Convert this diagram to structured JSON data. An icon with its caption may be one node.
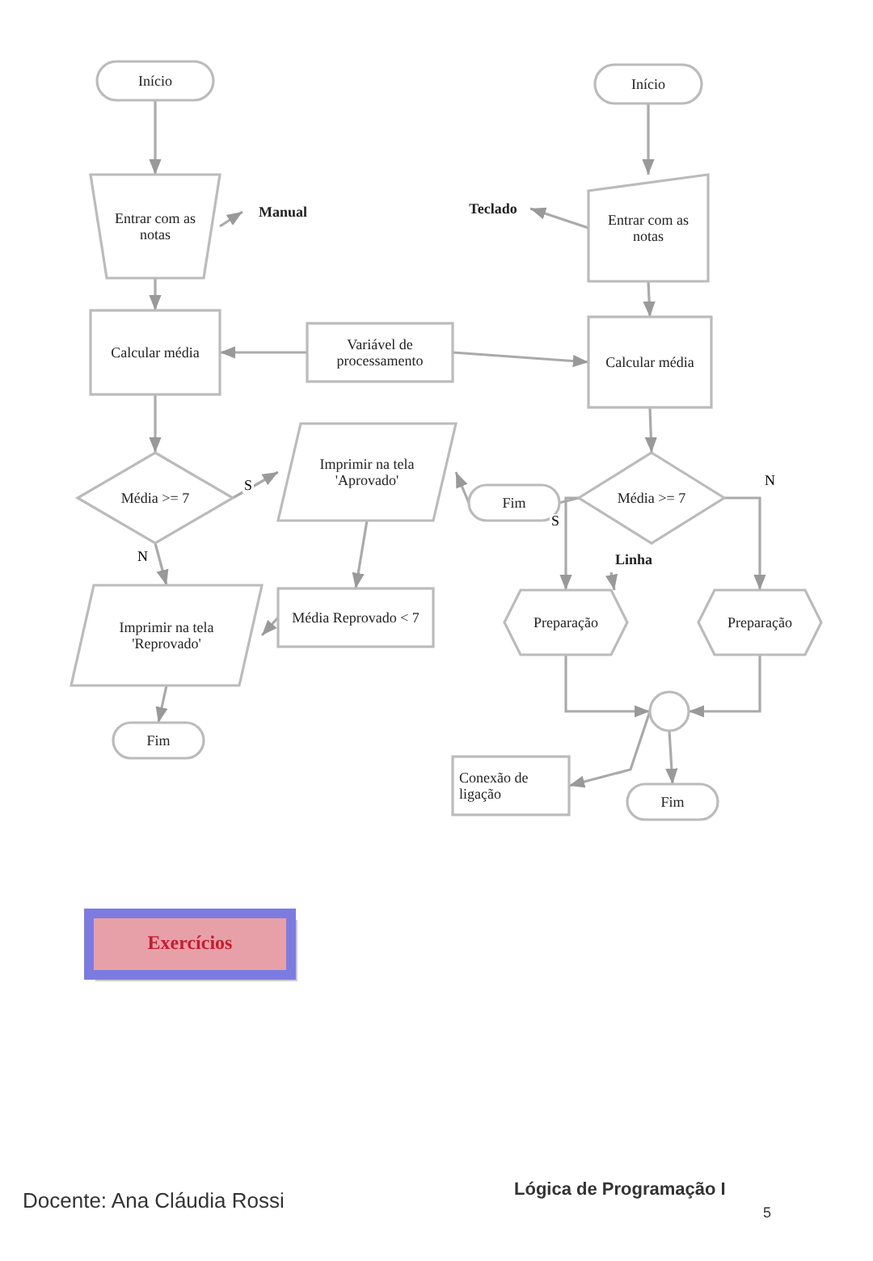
{
  "diagram": {
    "nodes": [
      {
        "text": [
          "Início"
        ]
      },
      {
        "text": [
          "Entrar com as notas"
        ]
      },
      {
        "text": [
          "Manual"
        ]
      },
      {
        "text": [
          "Calcular média"
        ]
      },
      {
        "text": [
          "Variável de processamento"
        ]
      },
      {
        "text": [
          "Média >= 7"
        ]
      },
      {
        "text": [
          "Imprimir na tela 'Aprovado'"
        ]
      },
      {
        "text": [
          "Imprimir na tela 'Reprovado'"
        ]
      },
      {
        "text": [
          "Média Reprovado < 7"
        ]
      },
      {
        "text": [
          "Fim"
        ]
      },
      {
        "text": [
          "Início"
        ]
      },
      {
        "text": [
          "Teclado"
        ]
      },
      {
        "text": [
          "Entrar com as notas"
        ]
      },
      {
        "text": [
          "Calcular média"
        ]
      },
      {
        "text": [
          "Média >= 7"
        ]
      },
      {
        "text": [
          "Fim"
        ]
      },
      {
        "text": [
          "Preparação"
        ]
      },
      {
        "text": [
          "Preparação"
        ]
      },
      {
        "text": [
          "Linha"
        ]
      },
      {
        "text": [],
        "shape": "circle"
      },
      {
        "text": [
          "Conexão de ligação"
        ]
      },
      {
        "text": [
          "Fim"
        ]
      },
      {
        "text": [
          "Exercícios"
        ]
      }
    ],
    "edges": [
      {
        "from": 0,
        "to": 1,
        "arrow": "to"
      },
      {
        "from": 1,
        "to": 2,
        "arrow": "to"
      },
      {
        "from": 1,
        "to": 3,
        "arrow": "to"
      },
      {
        "from": 4,
        "to": 3,
        "arrow": "to"
      },
      {
        "from": 3,
        "to": 5,
        "arrow": "to"
      },
      {
        "from": 5,
        "to": 6,
        "label": "S",
        "arrow": "to"
      },
      {
        "from": 5,
        "to": 7,
        "label": "N",
        "arrow": "to"
      },
      {
        "from": 6,
        "to": 8,
        "arrow": "to"
      },
      {
        "from": 8,
        "to": 7,
        "arrow": "to"
      },
      {
        "from": 7,
        "to": 9,
        "arrow": "to"
      },
      {
        "from": 10,
        "to": 12,
        "arrow": "to"
      },
      {
        "from": 12,
        "to": 11,
        "arrow": "to"
      },
      {
        "from": 12,
        "to": 13,
        "arrow": "to"
      },
      {
        "from": 4,
        "to": 13,
        "arrow": "to"
      },
      {
        "from": 13,
        "to": 14,
        "arrow": "to"
      },
      {
        "from": 15,
        "to": 6,
        "arrow": "to"
      },
      {
        "from": 14,
        "to": 15,
        "arrow": "none"
      },
      {
        "from": 14,
        "to": 16,
        "label": "S",
        "arrow": "to"
      },
      {
        "from": 14,
        "to": 17,
        "label": "N",
        "arrow": "to"
      },
      {
        "from": 18,
        "to": 16,
        "arrow": "to"
      },
      {
        "from": 16,
        "to": 19,
        "arrow": "to"
      },
      {
        "from": 17,
        "to": 19,
        "arrow": "to"
      },
      {
        "from": 19,
        "to": 20,
        "arrow": "to"
      },
      {
        "from": 19,
        "to": 21,
        "arrow": "to"
      }
    ],
    "labels": [
      "Docente: Ana Cláudia Rossi",
      "Lógica de Programação I",
      "5"
    ]
  }
}
